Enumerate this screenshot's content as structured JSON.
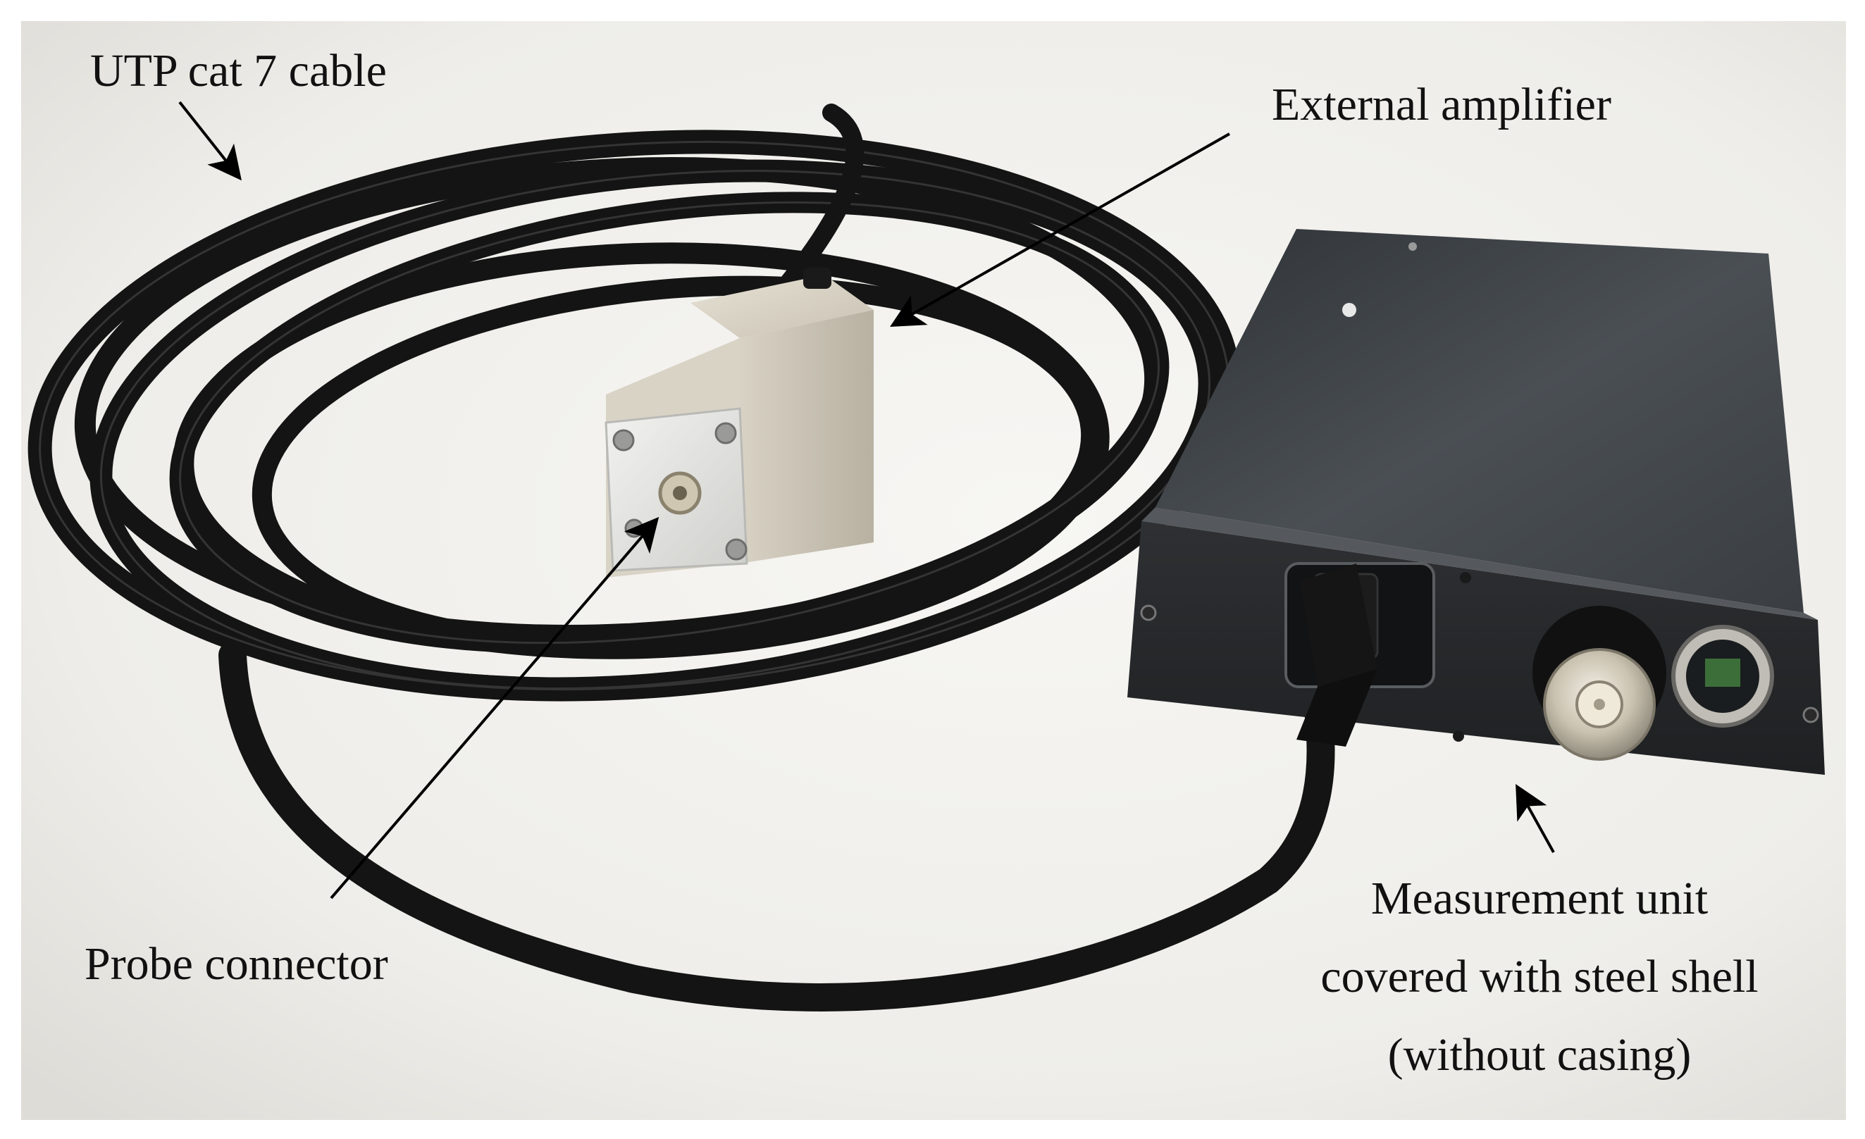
{
  "labels": {
    "utp_cable": "UTP cat 7 cable",
    "external_amplifier": "External amplifier",
    "probe_connector": "Probe connector",
    "measurement_unit_line1": "Measurement unit",
    "measurement_unit_line2": "covered with steel shell",
    "measurement_unit_line3": "(without casing)"
  },
  "colors": {
    "background": "#f1f0ed",
    "cable": "#141414",
    "amplifier_body": "#d6d0c2",
    "connector_plate": "#e4e4e2",
    "unit_shell": "#3b3f43",
    "arrow": "#000000"
  }
}
